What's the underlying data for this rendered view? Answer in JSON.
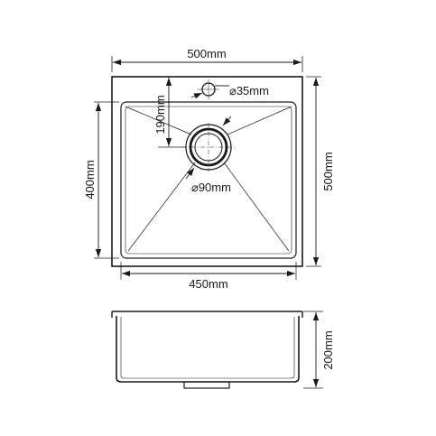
{
  "labels": {
    "top_width": "500mm",
    "drain_offset": "190mm",
    "tap_hole": "⌀35mm",
    "inner_depth_left": "400mm",
    "outer_depth_right": "500mm",
    "drain_diameter": "⌀90mm",
    "inner_width": "450mm",
    "bowl_depth": "200mm"
  },
  "colors": {
    "line": "#1a1a1a",
    "background": "#ffffff"
  }
}
